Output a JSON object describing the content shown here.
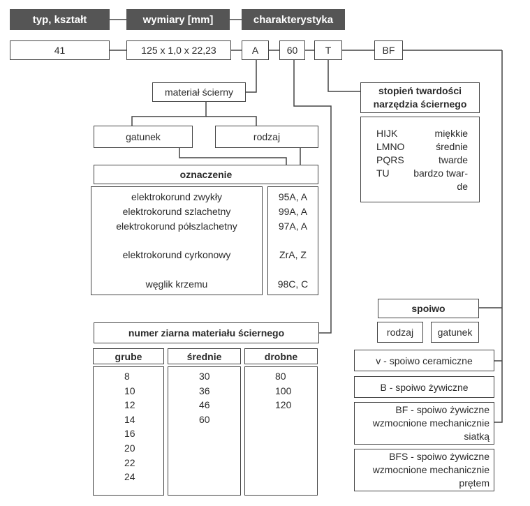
{
  "headers": {
    "type_shape": "typ, kształt",
    "dimensions": "wymiary [mm]",
    "characteristics": "charakterystyka"
  },
  "code": {
    "type": "41",
    "dimensions": "125 x 1,0 x 22,23",
    "abrasive": "A",
    "grain": "60",
    "hardness": "T",
    "bond": "BF"
  },
  "abrasive_material": {
    "title": "materiał ścierny",
    "grade": "gatunek",
    "kind": "rodzaj",
    "designation_title": "oznaczenie",
    "rows": [
      {
        "name": "elektrokorund zwykły",
        "code": "95A, A"
      },
      {
        "name": "elektrokorund szlachetny",
        "code": "99A, A"
      },
      {
        "name": "elektrokorund półszlachetny",
        "code": "97A, A"
      },
      {
        "name": "elektrokorund cyrkonowy",
        "code": "ZrA, Z"
      },
      {
        "name": "węglik krzemu",
        "code": "98C, C"
      }
    ]
  },
  "hardness": {
    "title_line1": "stopień twardości",
    "title_line2": "narzędzia ściernego",
    "rows": [
      {
        "letters": "HIJK",
        "label": "miękkie"
      },
      {
        "letters": "LMNO",
        "label": "średnie"
      },
      {
        "letters": "PQRS",
        "label": "twarde"
      },
      {
        "letters": "TU",
        "label": "bardzo twar-"
      },
      {
        "letters": "",
        "label": "de"
      }
    ]
  },
  "grain": {
    "title": "numer ziarna materiału ściernego",
    "coarse": {
      "label": "grube",
      "values": [
        "8",
        "10",
        "12",
        "14",
        "16",
        "20",
        "22",
        "24"
      ]
    },
    "medium": {
      "label": "średnie",
      "values": [
        "30",
        "36",
        "46",
        "60"
      ]
    },
    "fine": {
      "label": "drobne",
      "values": [
        "80",
        "100",
        "120"
      ]
    }
  },
  "bond": {
    "title": "spoiwo",
    "kind": "rodzaj",
    "grade": "gatunek",
    "v": "v - spoiwo ceramiczne",
    "b": "B - spoiwo żywiczne",
    "bf": [
      "BF - spoiwo żywiczne",
      "wzmocnione mechanicznie",
      "siatką"
    ],
    "bfs": [
      "BFS - spoiwo żywiczne",
      "wzmocnione mechanicznie",
      "prętem"
    ]
  }
}
